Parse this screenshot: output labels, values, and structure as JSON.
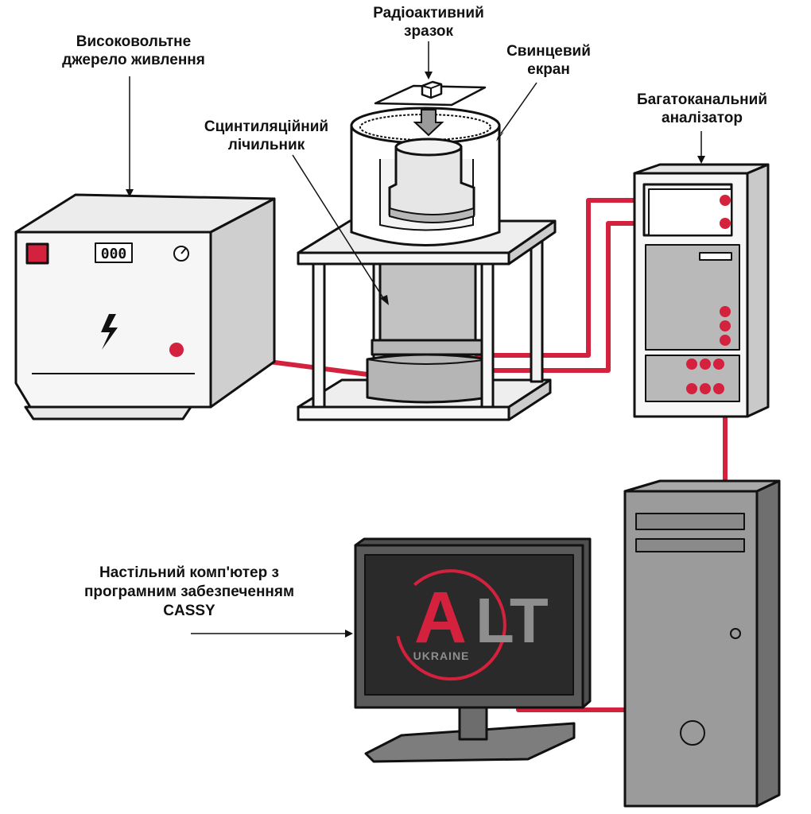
{
  "labels": {
    "radioactive_sample": [
      "Радіоактивний",
      "зразок"
    ],
    "lead_shield": [
      "Свинцевий",
      "екран"
    ],
    "hv_supply": [
      "Високовольтне",
      "джерело живлення"
    ],
    "scintillation_counter": [
      "Сцинтиляційний",
      "лічильник"
    ],
    "multichannel_analyzer": [
      "Багатоканальний",
      "аналізатор"
    ],
    "desktop_computer": [
      "Настільний комп'ютер з",
      "програмним забезпеченням",
      "CASSY"
    ]
  },
  "hv_supply_display": "000",
  "logo": {
    "letter_a": "A",
    "letters_lt": "LT",
    "subtitle": "UKRAINE"
  },
  "colors": {
    "cable": "#d4213d",
    "accent_red": "#d4213d",
    "device_gray": "#bdbdbd",
    "dark_gray": "#555555",
    "screen": "#2a2a2a"
  }
}
